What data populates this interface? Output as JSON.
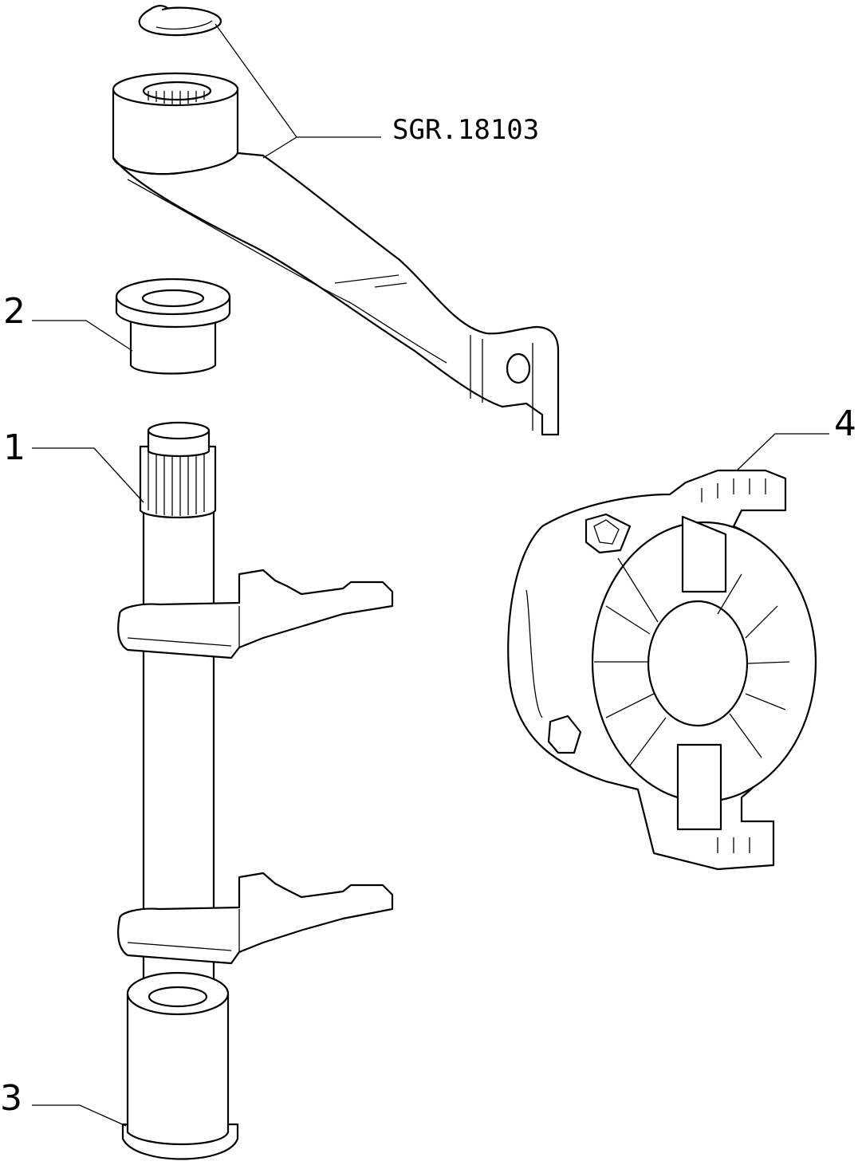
{
  "reference_code": "SGR.18103",
  "callouts": [
    "1",
    "2",
    "3",
    "4"
  ]
}
